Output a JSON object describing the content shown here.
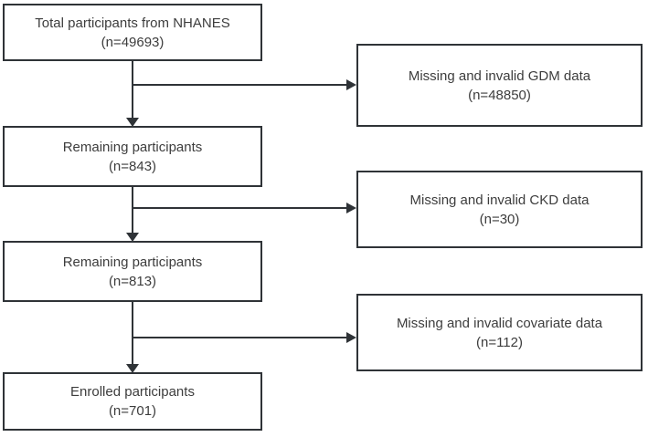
{
  "flowchart": {
    "title_semantic": "participant-selection-flow-diagram",
    "left_column": [
      {
        "label": "Total participants from NHANES",
        "n": "(n=49693)"
      },
      {
        "label": "Remaining participants",
        "n": "(n=843)"
      },
      {
        "label": "Remaining participants",
        "n": "(n=813)"
      },
      {
        "label": "Enrolled participants",
        "n": "(n=701)"
      }
    ],
    "right_column": [
      {
        "label": "Missing and invalid GDM data",
        "n": "(n=48850)"
      },
      {
        "label": "Missing and invalid CKD data",
        "n": "(n=30)"
      },
      {
        "label": "Missing and invalid covariate data",
        "n": "(n=112)"
      }
    ],
    "colors": {
      "background": "#ffffff",
      "box_border": "#2f3337",
      "text": "#3d3d3d",
      "arrow": "#2f3337"
    }
  }
}
